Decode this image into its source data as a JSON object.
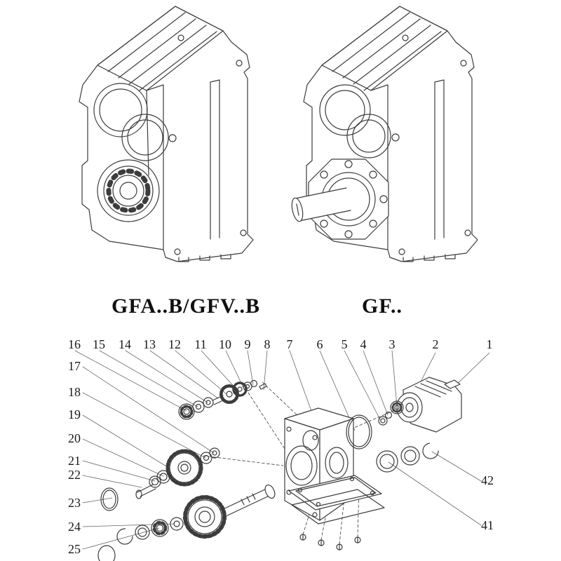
{
  "models": {
    "left_label": "GFA..B/GFV..B",
    "right_label": "GF.."
  },
  "exploded": {
    "top_row": [
      "16",
      "15",
      "14",
      "13",
      "12",
      "11",
      "10",
      "9",
      "8",
      "7",
      "6",
      "5",
      "4",
      "3",
      "2",
      "1"
    ],
    "left_column": [
      "17",
      "18",
      "19",
      "20",
      "21",
      "22",
      "23",
      "24",
      "25"
    ],
    "right_column": [
      "42",
      "41"
    ]
  },
  "colors": {
    "line_art": "#3c3c3c",
    "leader_line": "#666666",
    "text": "#1a1a1a"
  }
}
